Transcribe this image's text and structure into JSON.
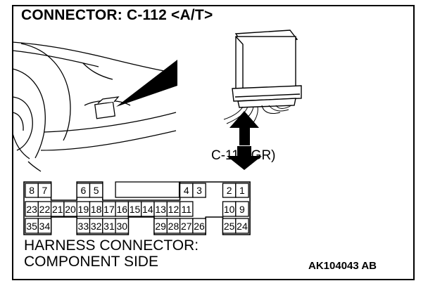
{
  "title": "CONNECTOR: C-112 <A/T>",
  "component_label": "C-112(GR)",
  "harness_line1": "HARNESS CONNECTOR:",
  "harness_line2": "COMPONENT SIDE",
  "code": "AK104043 AB",
  "connector": {
    "row1": [
      {
        "pin": "8",
        "col": 0
      },
      {
        "pin": "7",
        "col": 1
      },
      {
        "pin": "6",
        "col": 4
      },
      {
        "pin": "5",
        "col": 5
      },
      {
        "pin": "4",
        "col": 12
      },
      {
        "pin": "3",
        "col": 13
      },
      {
        "pin": "2",
        "col": 15
      },
      {
        "pin": "1",
        "col": 16
      }
    ],
    "row2": [
      "23",
      "22",
      "21",
      "20",
      "19",
      "18",
      "17",
      "16",
      "15",
      "14",
      "13",
      "12",
      "11",
      "10",
      "9"
    ],
    "row3": [
      {
        "pin": "35",
        "col": 0
      },
      {
        "pin": "34",
        "col": 1
      },
      {
        "pin": "33",
        "col": 4
      },
      {
        "pin": "32",
        "col": 5
      },
      {
        "pin": "31",
        "col": 6
      },
      {
        "pin": "30",
        "col": 7
      },
      {
        "pin": "29",
        "col": 10
      },
      {
        "pin": "28",
        "col": 11
      },
      {
        "pin": "27",
        "col": 12
      },
      {
        "pin": "26",
        "col": 13
      },
      {
        "pin": "25",
        "col": 15
      },
      {
        "pin": "24",
        "col": 16
      }
    ]
  }
}
